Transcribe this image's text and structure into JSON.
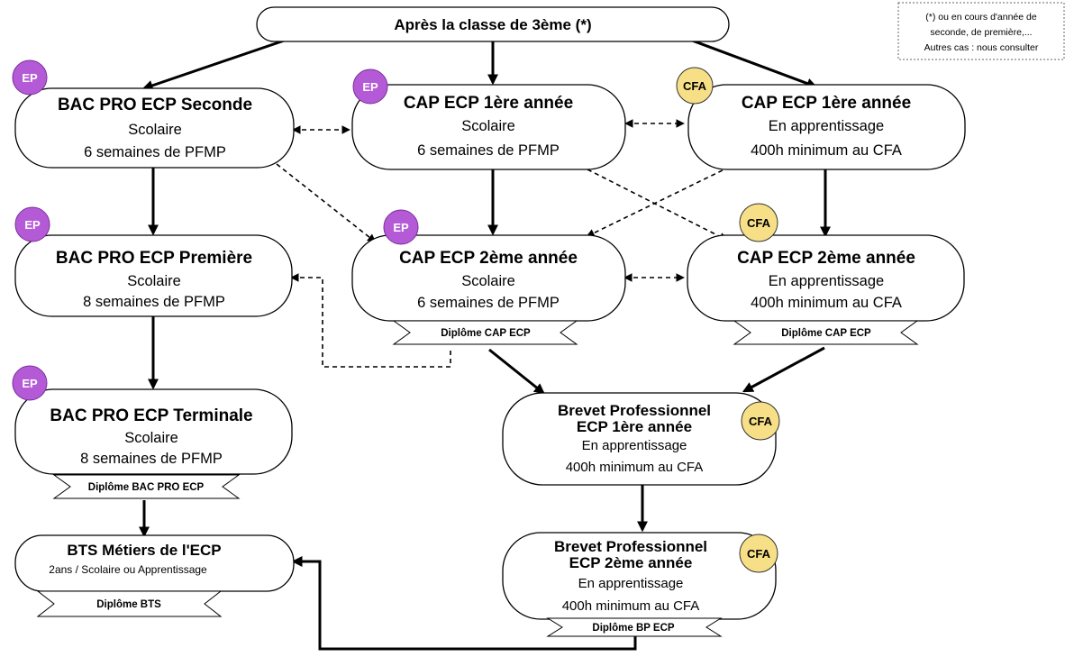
{
  "top": {
    "label": "Après la classe de 3ème (*)"
  },
  "note": {
    "lines": [
      "(*) ou en cours d'année de",
      "seconde, de première,...",
      "Autres cas : nous consulter"
    ]
  },
  "badges": {
    "ep": "EP",
    "cfa": "CFA"
  },
  "boxes": {
    "bac_seconde": {
      "title": "BAC PRO ECP Seconde",
      "line1": "Scolaire",
      "line2": "6 semaines de PFMP"
    },
    "cap1_scol": {
      "title": "CAP ECP 1ère année",
      "line1": "Scolaire",
      "line2": "6 semaines de PFMP"
    },
    "cap1_app": {
      "title": "CAP ECP 1ère année",
      "line1": "En apprentissage",
      "line2": "400h minimum au CFA"
    },
    "bac_premiere": {
      "title": "BAC PRO ECP Première",
      "line1": "Scolaire",
      "line2": "8 semaines de PFMP"
    },
    "cap2_scol": {
      "title": "CAP ECP 2ème année",
      "line1": "Scolaire",
      "line2": "6 semaines de PFMP"
    },
    "cap2_app": {
      "title": "CAP ECP 2ème année",
      "line1": "En apprentissage",
      "line2": "400h minimum au CFA"
    },
    "bac_terminale": {
      "title": "BAC PRO ECP Terminale",
      "line1": "Scolaire",
      "line2": "8 semaines de PFMP"
    },
    "bp1": {
      "title1": "Brevet Professionnel",
      "title2": "ECP 1ère année",
      "line1": "En apprentissage",
      "line2": "400h minimum au CFA"
    },
    "bp2": {
      "title1": "Brevet Professionnel",
      "title2": "ECP 2ème année",
      "line1": "En apprentissage",
      "line2": "400h minimum au CFA"
    },
    "bts": {
      "title": "BTS Métiers de l'ECP",
      "line1": "2ans / Scolaire ou Apprentissage"
    }
  },
  "diplomas": {
    "cap_scol": "Diplôme CAP ECP",
    "cap_app": "Diplôme CAP ECP",
    "bac": "Diplôme BAC PRO ECP",
    "bts": "Diplôme BTS",
    "bp": "Diplôme BP ECP"
  }
}
